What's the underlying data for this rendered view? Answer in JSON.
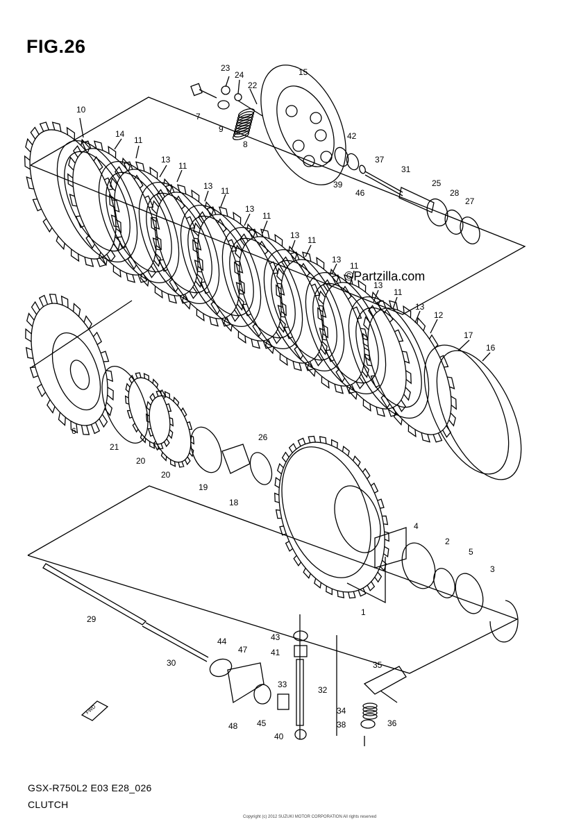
{
  "figure": {
    "title": "FIG.26",
    "model_code": "GSX-R750L2 E03 E28_026",
    "section_name": "CLUTCH",
    "watermark": "©Partzilla.com",
    "copyright": "Copyright (c) 2012 SUZUKI MOTOR CORPORATION All rights reserved"
  },
  "diagram": {
    "line_color": "#000000",
    "background": "#ffffff",
    "callouts": [
      {
        "id": "c23",
        "label": "23"
      },
      {
        "id": "c24",
        "label": "24"
      },
      {
        "id": "c22",
        "label": "22"
      },
      {
        "id": "c15",
        "label": "15"
      },
      {
        "id": "c7",
        "label": "7"
      },
      {
        "id": "c9",
        "label": "9"
      },
      {
        "id": "c8",
        "label": "8"
      },
      {
        "id": "c10",
        "label": "10"
      },
      {
        "id": "c14",
        "label": "14"
      },
      {
        "id": "c11a",
        "label": "11"
      },
      {
        "id": "c13a",
        "label": "13"
      },
      {
        "id": "c11b",
        "label": "11"
      },
      {
        "id": "c13b",
        "label": "13"
      },
      {
        "id": "c11c",
        "label": "11"
      },
      {
        "id": "c13c",
        "label": "13"
      },
      {
        "id": "c11d",
        "label": "11"
      },
      {
        "id": "c13d",
        "label": "13"
      },
      {
        "id": "c11e",
        "label": "11"
      },
      {
        "id": "c13e",
        "label": "13"
      },
      {
        "id": "c11f",
        "label": "11"
      },
      {
        "id": "c13f",
        "label": "13"
      },
      {
        "id": "c11g",
        "label": "11"
      },
      {
        "id": "c13g",
        "label": "13"
      },
      {
        "id": "c12",
        "label": "12"
      },
      {
        "id": "c17",
        "label": "17"
      },
      {
        "id": "c16",
        "label": "16"
      },
      {
        "id": "c42",
        "label": "42"
      },
      {
        "id": "c37",
        "label": "37"
      },
      {
        "id": "c31",
        "label": "31"
      },
      {
        "id": "c39",
        "label": "39"
      },
      {
        "id": "c46",
        "label": "46"
      },
      {
        "id": "c25",
        "label": "25"
      },
      {
        "id": "c28",
        "label": "28"
      },
      {
        "id": "c27",
        "label": "27"
      },
      {
        "id": "c6",
        "label": "6"
      },
      {
        "id": "c21",
        "label": "21"
      },
      {
        "id": "c20a",
        "label": "20"
      },
      {
        "id": "c20b",
        "label": "20"
      },
      {
        "id": "c19",
        "label": "19"
      },
      {
        "id": "c18",
        "label": "18"
      },
      {
        "id": "c26",
        "label": "26"
      },
      {
        "id": "c4",
        "label": "4"
      },
      {
        "id": "c2",
        "label": "2"
      },
      {
        "id": "c5",
        "label": "5"
      },
      {
        "id": "c3",
        "label": "3"
      },
      {
        "id": "c1",
        "label": "1"
      },
      {
        "id": "c29",
        "label": "29"
      },
      {
        "id": "c30",
        "label": "30"
      },
      {
        "id": "c44",
        "label": "44"
      },
      {
        "id": "c47",
        "label": "47"
      },
      {
        "id": "c43",
        "label": "43"
      },
      {
        "id": "c41",
        "label": "41"
      },
      {
        "id": "c35",
        "label": "35"
      },
      {
        "id": "c33",
        "label": "33"
      },
      {
        "id": "c32",
        "label": "32"
      },
      {
        "id": "c34",
        "label": "34"
      },
      {
        "id": "c36",
        "label": "36"
      },
      {
        "id": "c38",
        "label": "38"
      },
      {
        "id": "c40",
        "label": "40"
      },
      {
        "id": "c45",
        "label": "45"
      },
      {
        "id": "c48",
        "label": "48"
      }
    ],
    "fwd_label": "FWD"
  }
}
